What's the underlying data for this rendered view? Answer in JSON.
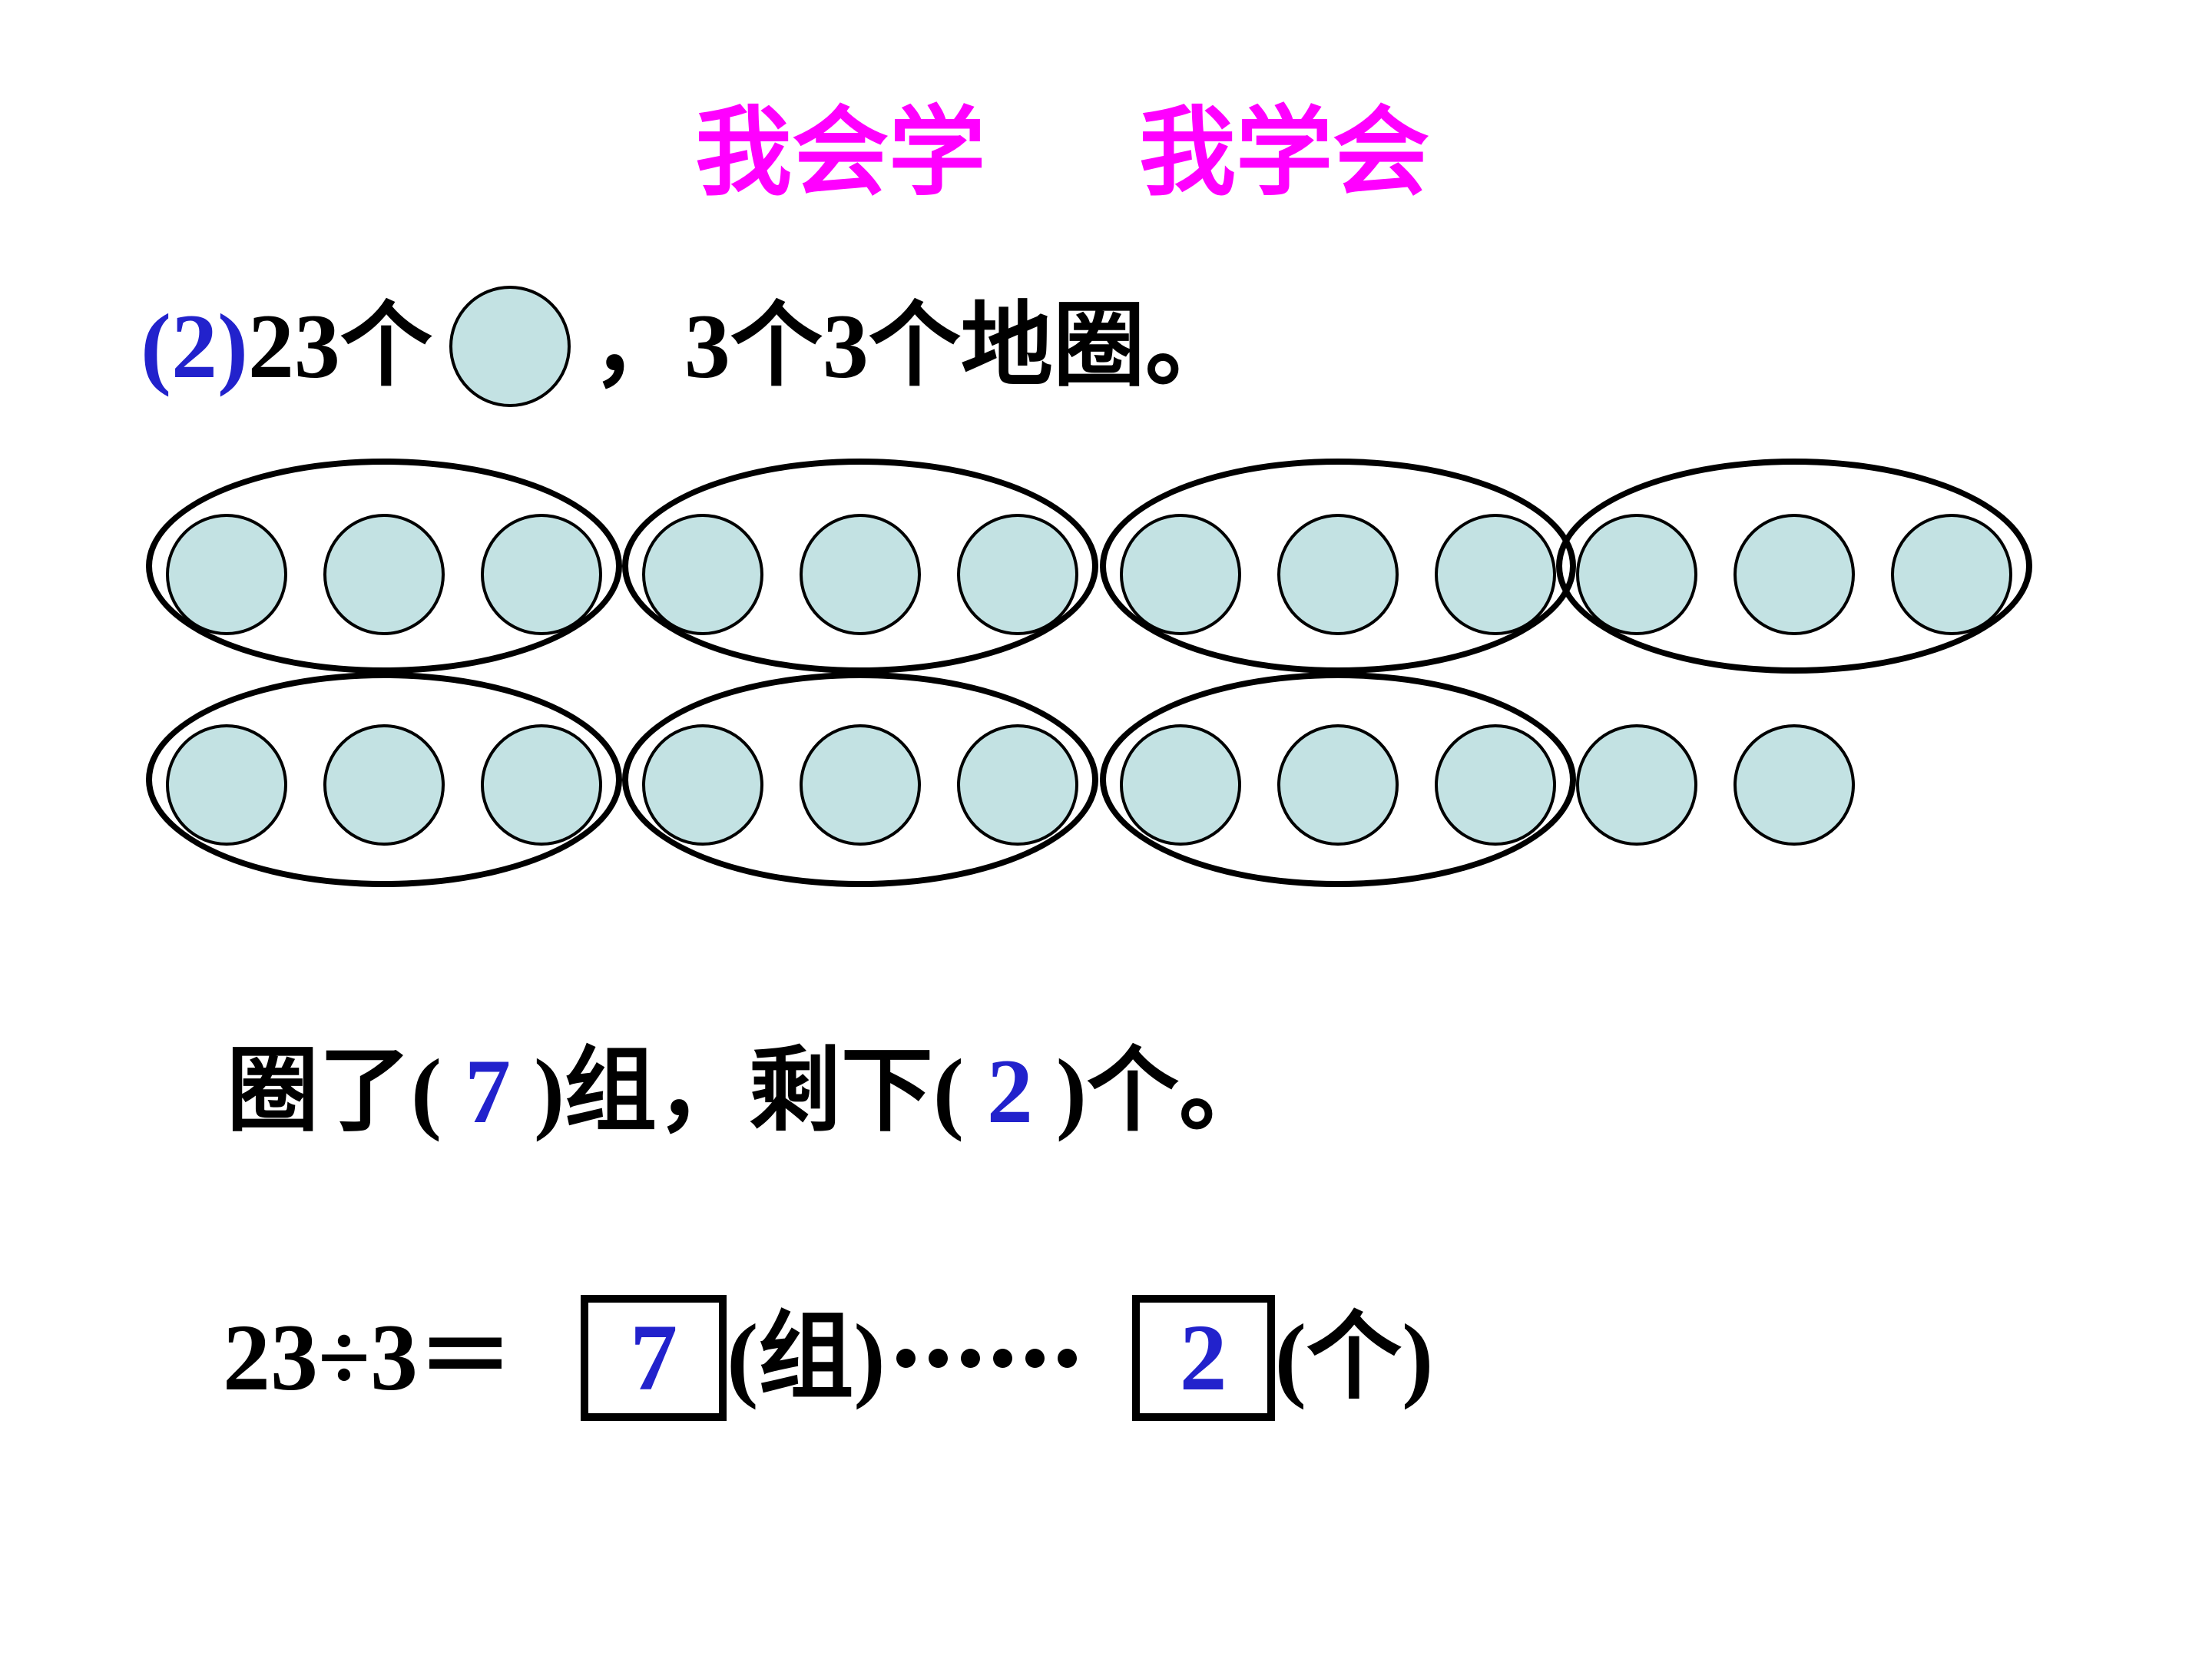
{
  "slide": {
    "title": {
      "left": "我会学",
      "right": "我学会"
    },
    "problem": {
      "index": "(2)",
      "before_circle": "23个",
      "after_circle": "，3个3个地圈。"
    },
    "answer": {
      "p1": "圈了(",
      "groups": "7",
      "p2": ")组，剩下(",
      "remain": "2",
      "p3": ")个。"
    },
    "equation": {
      "expression": "23÷3＝",
      "quotient": "7",
      "unit_groups": "(组)",
      "dots_count": 6,
      "remainder": "2",
      "unit_items": "(个)"
    }
  },
  "diagram": {
    "description": "23 circles grouped 3-by-3: 7 circled groups, 2 left over",
    "rows": [
      {
        "groups": [
          3,
          3,
          3,
          3
        ],
        "circled": [
          true,
          true,
          true,
          true
        ]
      },
      {
        "groups": [
          3,
          3,
          3,
          2
        ],
        "circled": [
          true,
          true,
          true,
          false
        ]
      }
    ],
    "total_circles": 23,
    "group_size": 3,
    "groups_circled": 7,
    "circles_left_over": 2
  },
  "colors": {
    "title": "#FF00FF",
    "accent_blue": "#2222CC",
    "circle_fill": "#C3E2E3",
    "text": "#000000",
    "background": "#FFFFFF"
  }
}
